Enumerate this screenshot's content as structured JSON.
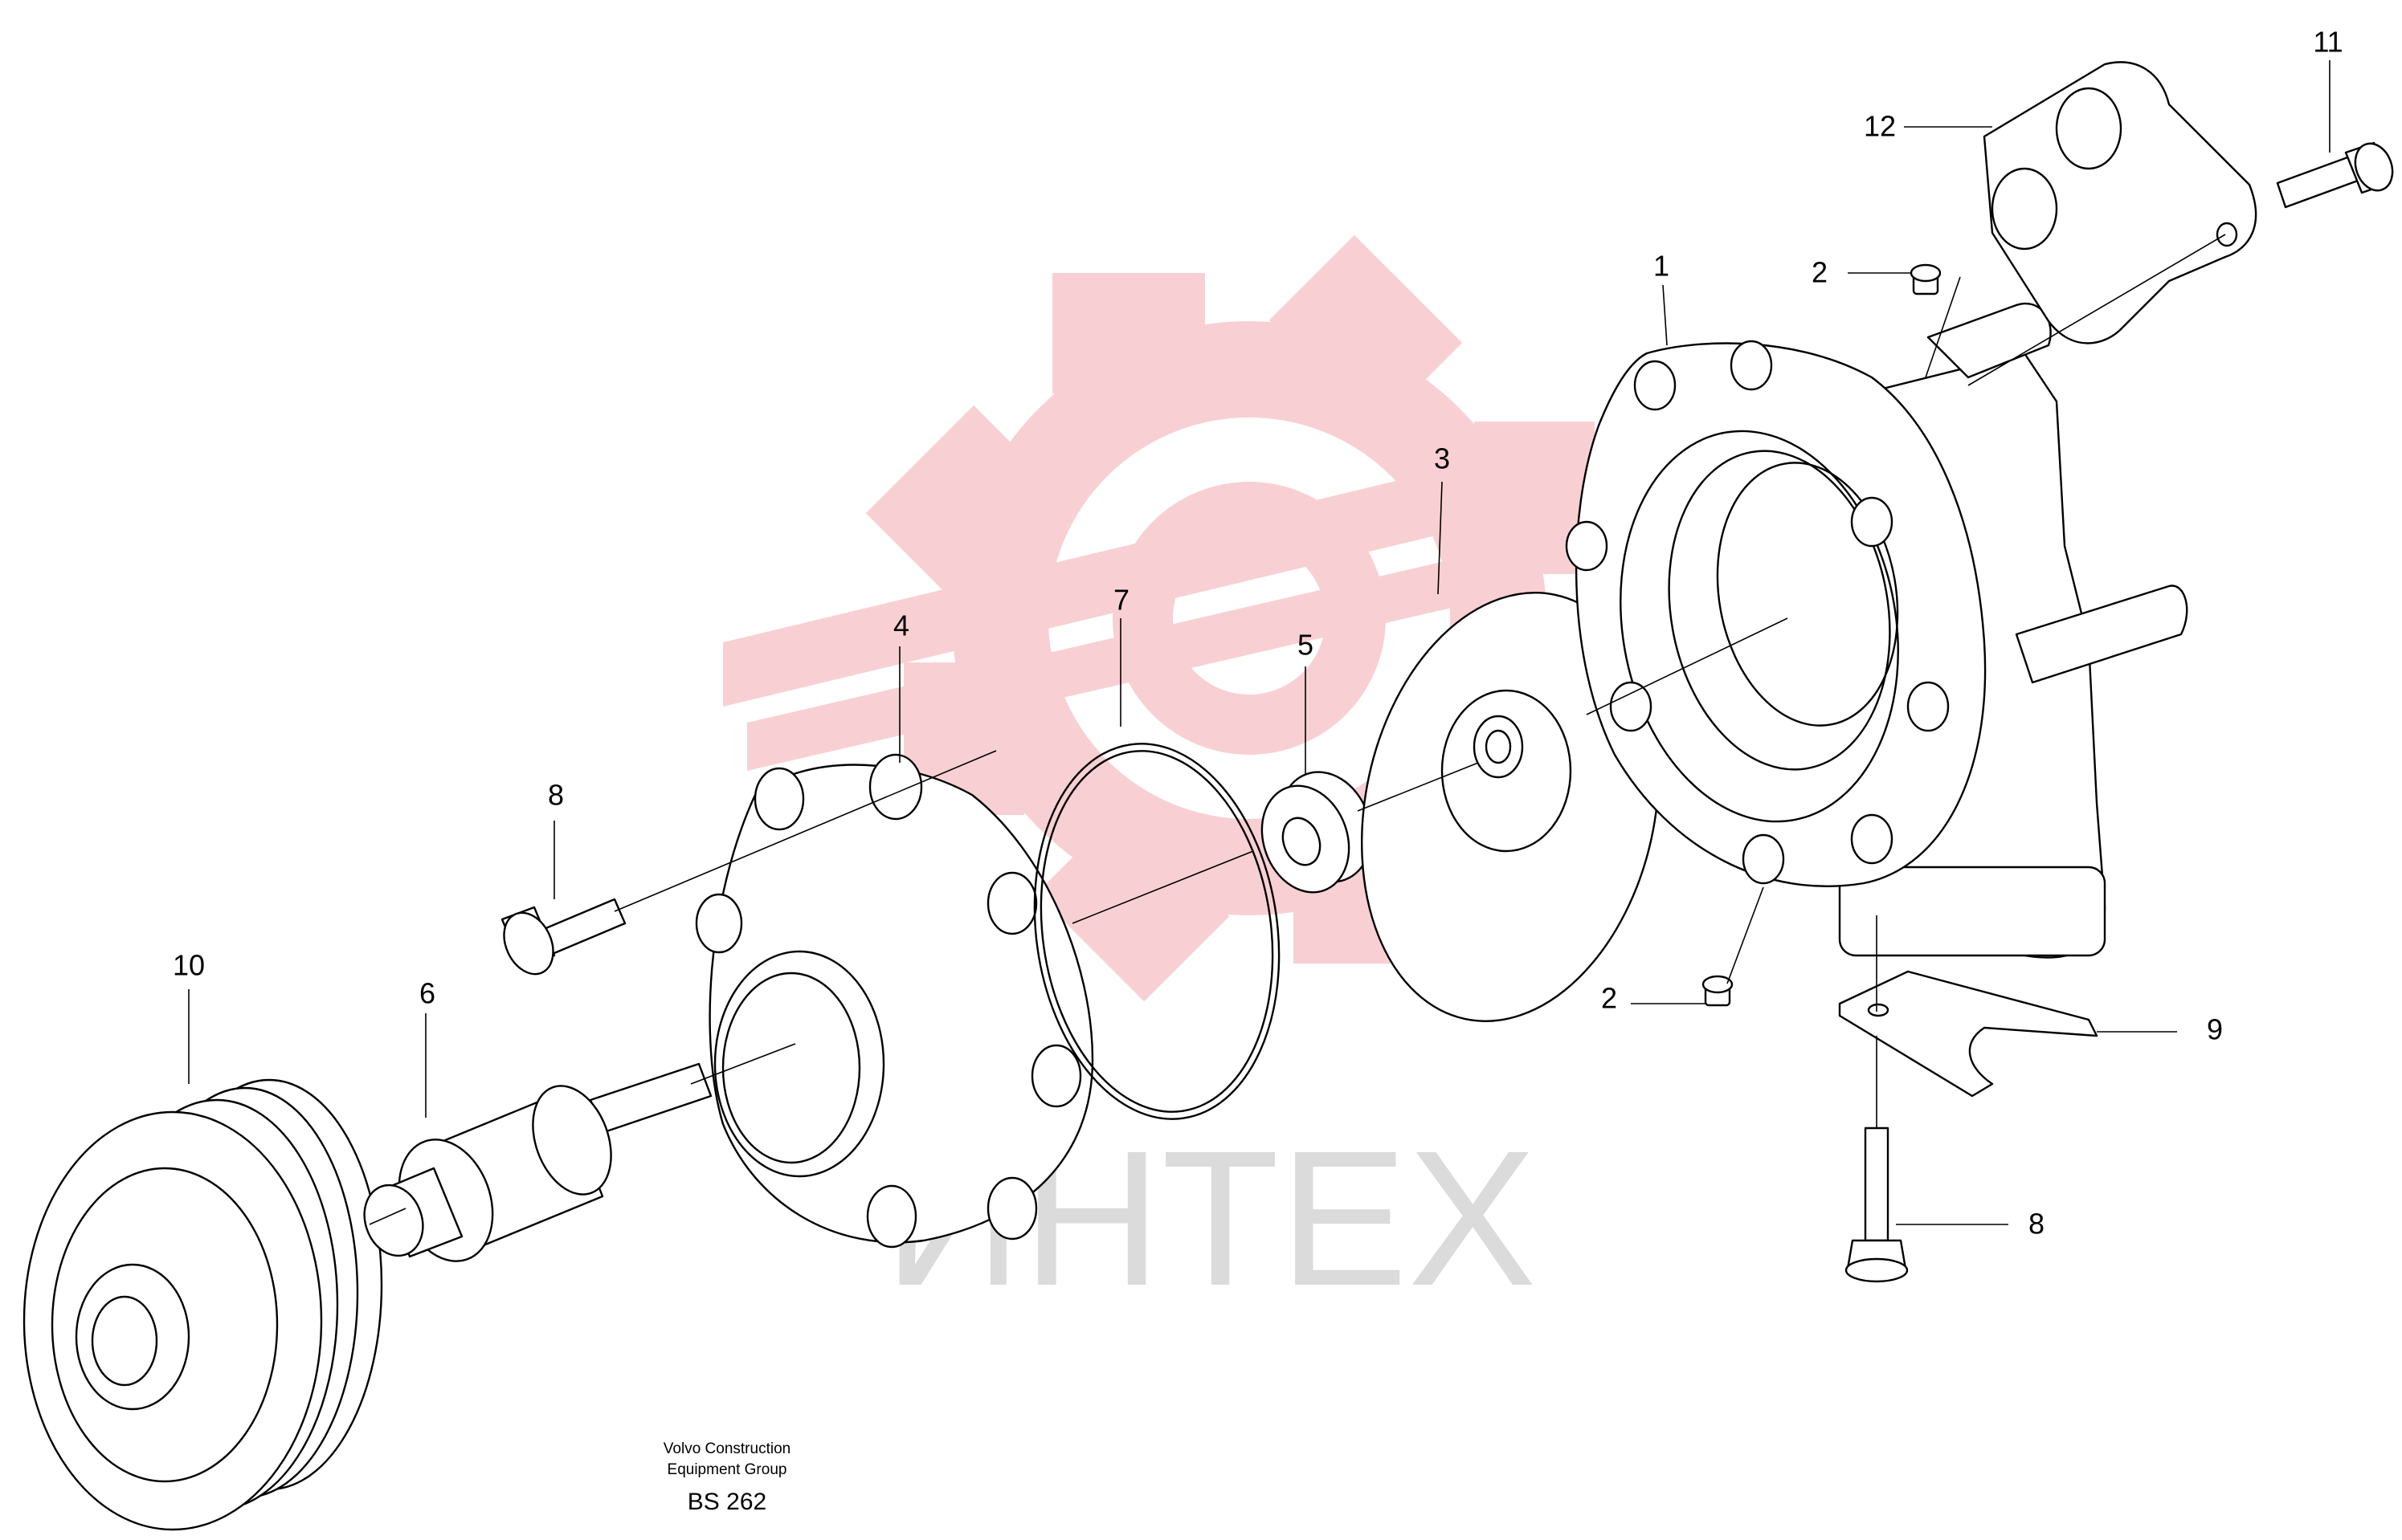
{
  "diagram": {
    "type": "exploded-parts-diagram",
    "caption_line1": "Volvo Construction",
    "caption_line2": "Equipment Group",
    "caption_code": "BS 262",
    "watermark_text": "ИНТЕХ",
    "watermark_color": "#f2aab0",
    "callouts": [
      {
        "id": "c1",
        "label": "1"
      },
      {
        "id": "c2a",
        "label": "2"
      },
      {
        "id": "c2b",
        "label": "2"
      },
      {
        "id": "c3",
        "label": "3"
      },
      {
        "id": "c4",
        "label": "4"
      },
      {
        "id": "c5",
        "label": "5"
      },
      {
        "id": "c6",
        "label": "6"
      },
      {
        "id": "c7",
        "label": "7"
      },
      {
        "id": "c8a",
        "label": "8"
      },
      {
        "id": "c8b",
        "label": "8"
      },
      {
        "id": "c9",
        "label": "9"
      },
      {
        "id": "c10",
        "label": "10"
      },
      {
        "id": "c11",
        "label": "11"
      },
      {
        "id": "c12",
        "label": "12"
      }
    ]
  }
}
